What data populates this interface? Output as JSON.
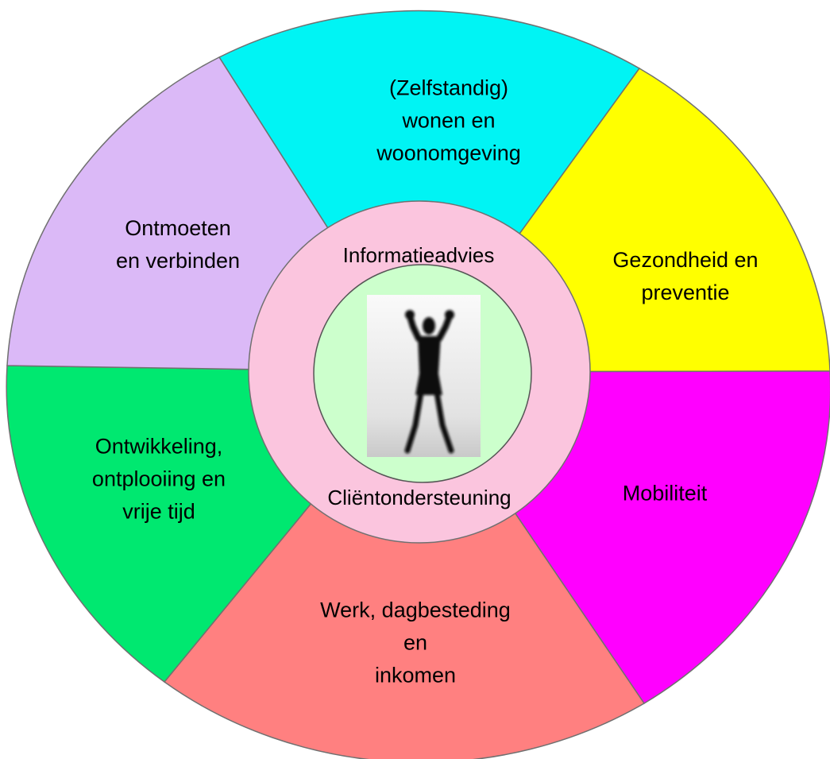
{
  "segments": [
    {
      "id": "wonen",
      "lines": [
        "(Zelfstandig)",
        "wonen en",
        "woonomgeving"
      ],
      "color": "#00f4f4"
    },
    {
      "id": "gezondheid",
      "lines": [
        "Gezondheid en",
        "preventie"
      ],
      "color": "#ffff00"
    },
    {
      "id": "mobiliteit",
      "lines": [
        "Mobiliteit"
      ],
      "color": "#ff00ff"
    },
    {
      "id": "werk",
      "lines": [
        "Werk, dagbesteding",
        "en",
        "inkomen"
      ],
      "color": "#ff8080"
    },
    {
      "id": "ontwikkeling",
      "lines": [
        "Ontwikkeling,",
        "ontplooiing en",
        "vrije tijd"
      ],
      "color": "#00e870"
    },
    {
      "id": "ontmoeten",
      "lines": [
        "Ontmoeten",
        "en verbinden"
      ],
      "color": "#dbb9f7"
    }
  ],
  "ring": {
    "top_label": "Informatieadvies",
    "bottom_label": "Cliëntondersteuning",
    "color": "#fbc5de"
  },
  "center": {
    "color": "#ccffcc",
    "image": "person-arms-raised-silhouette"
  },
  "outline_color": "#707070"
}
